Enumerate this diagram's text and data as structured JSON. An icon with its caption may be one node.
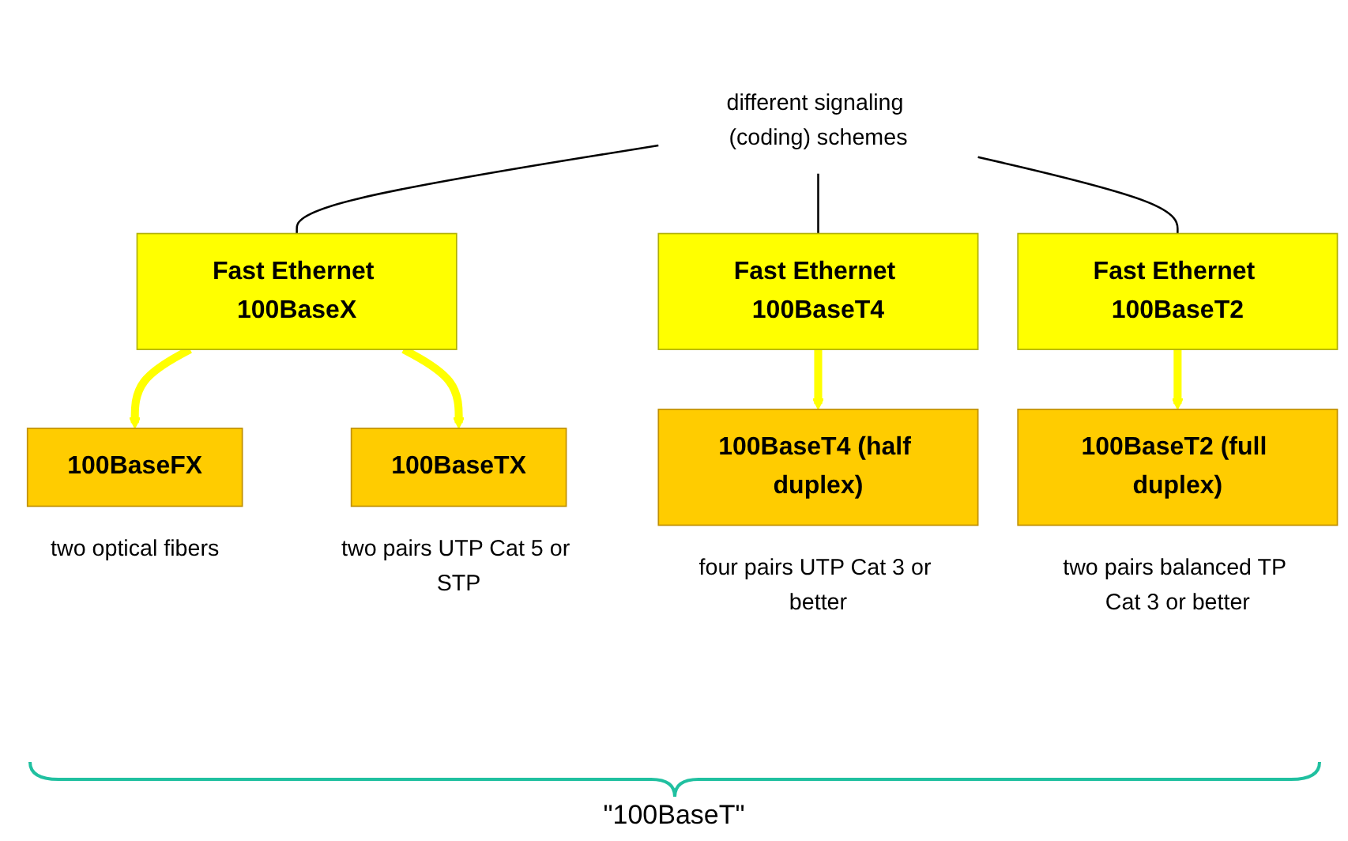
{
  "diagram": {
    "nodes": [
      {
        "text": [
          "different signaling (coding) schemes"
        ]
      },
      {
        "text": [
          "Fast Ethernet 100BaseX"
        ]
      },
      {
        "text": [
          "Fast Ethernet 100BaseT4"
        ]
      },
      {
        "text": [
          "Fast Ethernet 100BaseT2"
        ]
      },
      {
        "text": [
          "100BaseFX"
        ],
        "beside": [
          "two optical fibers"
        ]
      },
      {
        "text": [
          "100BaseTX"
        ],
        "beside": [
          "two pairs UTP Cat 5 or STP"
        ]
      },
      {
        "text": [
          "100BaseT4 (half duplex)"
        ],
        "beside": [
          "four pairs UTP Cat 3 or better"
        ]
      },
      {
        "text": [
          "100BaseT2 (full duplex)"
        ],
        "beside": [
          "two pairs balanced TP Cat 3 or better"
        ]
      }
    ],
    "edges": [
      {
        "from": 0,
        "to": 1,
        "arrow": "none",
        "color": "#000000"
      },
      {
        "from": 0,
        "to": 2,
        "arrow": "none",
        "color": "#000000"
      },
      {
        "from": 0,
        "to": 3,
        "arrow": "none",
        "color": "#000000"
      },
      {
        "from": 1,
        "to": 4,
        "arrow": "to",
        "color": "#ffff00"
      },
      {
        "from": 1,
        "to": 5,
        "arrow": "to",
        "color": "#ffff00"
      },
      {
        "from": 2,
        "to": 6,
        "arrow": "to",
        "color": "#ffff00"
      },
      {
        "from": 3,
        "to": 7,
        "arrow": "to",
        "color": "#ffff00"
      }
    ],
    "labels": [
      "\"100BaseT\""
    ]
  }
}
